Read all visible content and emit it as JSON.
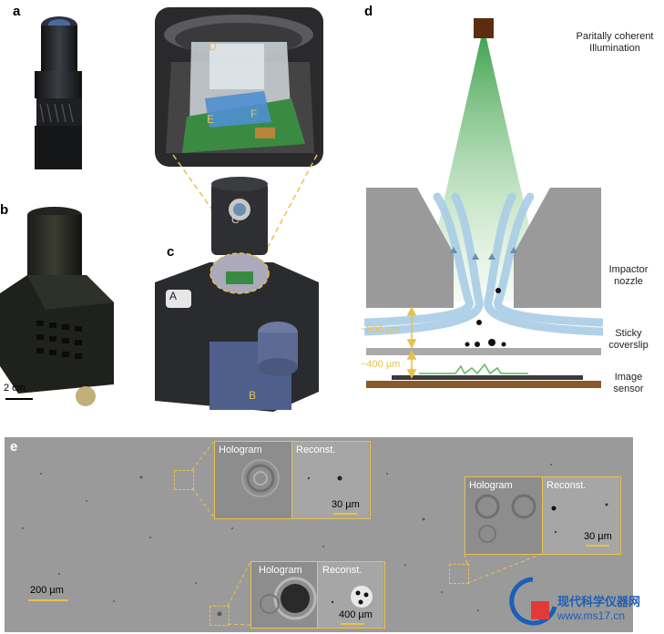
{
  "panels": {
    "a": "a",
    "b": "b",
    "c": "c",
    "d": "d",
    "e": "e"
  },
  "scale_b": "2 cm",
  "device_labels": {
    "A": "A",
    "B": "B",
    "C": "C",
    "D": "D",
    "E": "E",
    "F": "F"
  },
  "diagram_d": {
    "illumination": "Paritally coherent\nIllumination",
    "nozzle": "Impactor\nnozzle",
    "coverslip": "Sticky\ncoverslip",
    "sensor": "Image\nsensor",
    "gap_upper": "~800 µm",
    "gap_lower": "~400 µm"
  },
  "panel_e": {
    "scale_main": "200 µm",
    "inset1": {
      "hologram": "Hologram",
      "reconst": "Reconst.",
      "scale": "30 µm"
    },
    "inset2": {
      "hologram": "Hologram",
      "reconst": "Reconst.",
      "scale": "30 µm"
    },
    "inset3": {
      "hologram": "Hologram",
      "reconst": "Reconst.",
      "scale": "400 µm"
    }
  },
  "watermark": {
    "cn": "现代科学仪器网",
    "url": "www.ms17.cn"
  },
  "colors": {
    "label_yellow": "#e8c24a",
    "micrograph_gray": "#9a9a9a",
    "green_beam": "#5cb85c",
    "flow_blue": "#a9cde6",
    "sensor_brown": "#8a5a2b"
  }
}
